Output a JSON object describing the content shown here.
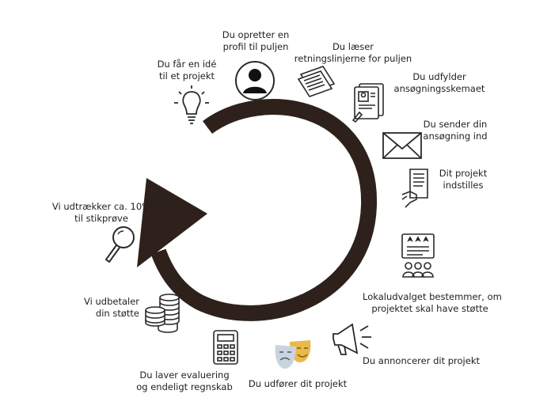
{
  "steps": [
    {
      "lines": [
        "Du opretter en",
        "profil til puljen"
      ],
      "icon": "user-profile-icon"
    },
    {
      "lines": [
        "Du læser",
        "retningslinjerne for puljen"
      ],
      "icon": "newspaper-icon"
    },
    {
      "lines": [
        "Du udfylder",
        "ansøgningsskemaet"
      ],
      "icon": "application-form-icon"
    },
    {
      "lines": [
        "Du sender din",
        "ansøgning ind"
      ],
      "icon": "envelope-icon"
    },
    {
      "lines": [
        "Dit projekt",
        "indstilles"
      ],
      "icon": "document-hand-icon"
    },
    {
      "lines": [
        "Lokaludvalget bestemmer, om",
        "projektet skal have støtte"
      ],
      "icon": "committee-icon"
    },
    {
      "lines": [
        "Du annoncerer dit projekt"
      ],
      "icon": "megaphone-icon"
    },
    {
      "lines": [
        "Du udfører dit projekt"
      ],
      "icon": "theater-masks-icon"
    },
    {
      "lines": [
        "Du laver evaluering",
        "og endeligt regnskab"
      ],
      "icon": "calculator-icon"
    },
    {
      "lines": [
        "Vi udbetaler",
        "din støtte"
      ],
      "icon": "coins-icon"
    },
    {
      "lines": [
        "Vi udtrækker ca. 10%",
        "til stikprøve"
      ],
      "icon": "magnifier-icon"
    },
    {
      "lines": [
        "Du får en idé",
        "til et projekt"
      ],
      "icon": "lightbulb-icon"
    }
  ],
  "colors": {
    "arrow": "#2e211b",
    "text": "#1f1f1f",
    "icon": "#2a2a2a",
    "mask_left": "#c9d4df",
    "mask_right": "#e9b949"
  }
}
